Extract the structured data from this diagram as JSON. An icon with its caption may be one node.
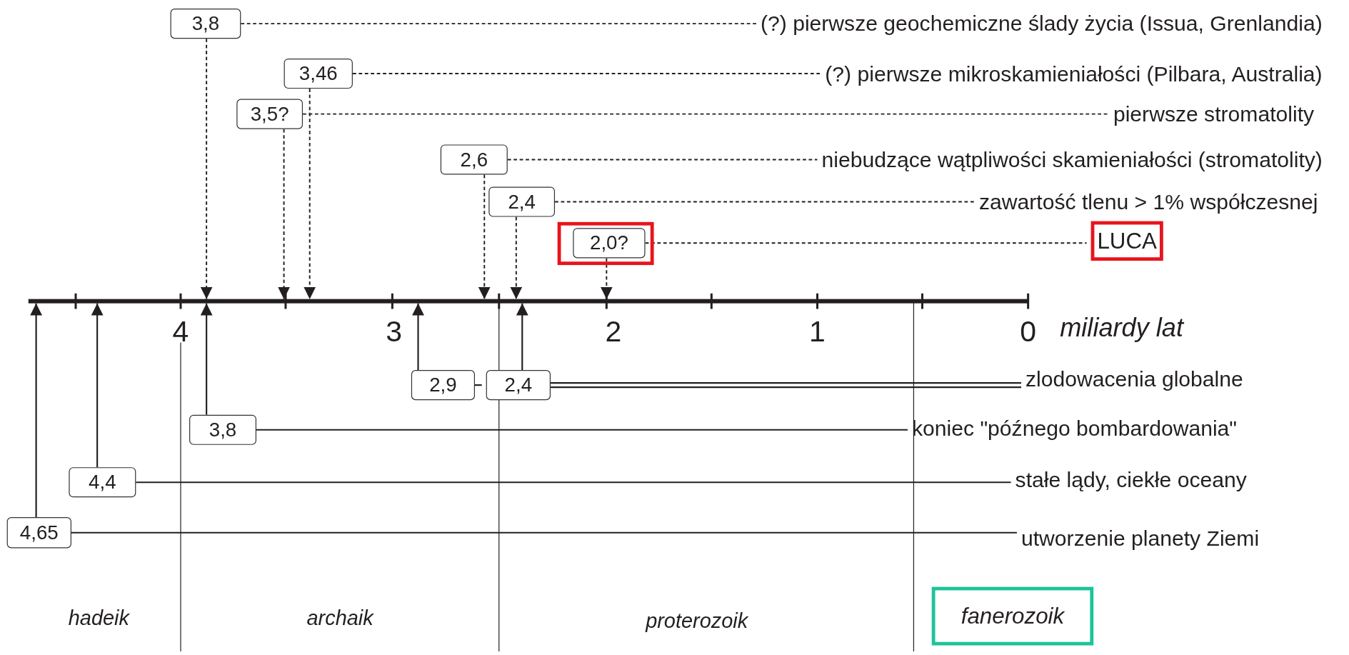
{
  "diagram": {
    "nodes": [
      {
        "text": [
          "3,8"
        ]
      },
      {
        "text": [
          "(?) pierwsze geochemiczne ślady życia (Issua, Grenlandia)"
        ]
      },
      {
        "text": [
          "3,46"
        ]
      },
      {
        "text": [
          "(?) pierwsze  mikroskamieniałości (Pilbara, Australia)"
        ]
      },
      {
        "text": [
          "3,5?"
        ]
      },
      {
        "text": [
          "pierwsze stromatolity"
        ]
      },
      {
        "text": [
          "2,6"
        ]
      },
      {
        "text": [
          "niebudzące wątpliwości skamieniałości (stromatolity)"
        ]
      },
      {
        "text": [
          "2,4"
        ]
      },
      {
        "text": [
          "zawartość tlenu > 1% współczesnej"
        ]
      },
      {
        "text": [],
        "shape": "box"
      },
      {
        "text": [
          "2,0?"
        ],
        "in": 10
      },
      {
        "text": [
          "LUCA"
        ]
      },
      {
        "text": [
          "2,9"
        ]
      },
      {
        "text": [
          "2,4"
        ]
      },
      {
        "text": [
          "zlodowacenia globalne"
        ]
      },
      {
        "text": [
          "3,8"
        ]
      },
      {
        "text": [
          "koniec \"późnego bombardowania\""
        ]
      },
      {
        "text": [
          "4,4"
        ]
      },
      {
        "text": [
          "stałe lądy, ciekłe oceany"
        ]
      },
      {
        "text": [
          "4,65"
        ]
      },
      {
        "text": [
          "utworzenie planety Ziemi"
        ]
      },
      {
        "text": [
          "fanerozoik"
        ]
      },
      {
        "text": [],
        "shape": "bar"
      }
    ],
    "edges": [
      {
        "from": 0,
        "to": 1,
        "arrow": "none",
        "style": "dashed"
      },
      {
        "from": 0,
        "to": 23,
        "arrow": "to",
        "style": "dashed"
      },
      {
        "from": 2,
        "to": 3,
        "arrow": "none",
        "style": "dashed"
      },
      {
        "from": 2,
        "to": 23,
        "arrow": "to",
        "style": "dashed"
      },
      {
        "from": 4,
        "to": 5,
        "arrow": "none",
        "style": "dashed"
      },
      {
        "from": 4,
        "to": 23,
        "arrow": "to",
        "style": "dashed"
      },
      {
        "from": 6,
        "to": 7,
        "arrow": "none",
        "style": "dashed"
      },
      {
        "from": 6,
        "to": 23,
        "arrow": "to",
        "style": "dashed"
      },
      {
        "from": 8,
        "to": 9,
        "arrow": "none",
        "style": "dashed"
      },
      {
        "from": 8,
        "to": 23,
        "arrow": "to",
        "style": "dashed"
      },
      {
        "from": 11,
        "to": 12,
        "arrow": "none",
        "style": "dashed"
      },
      {
        "from": 11,
        "to": 23,
        "arrow": "to",
        "style": "dashed"
      },
      {
        "from": 13,
        "to": 23,
        "arrow": "to"
      },
      {
        "from": 14,
        "to": 23,
        "arrow": "to"
      },
      {
        "from": 13,
        "to": 14,
        "arrow": "none"
      },
      {
        "from": 14,
        "to": 15,
        "arrow": "none"
      },
      {
        "from": 16,
        "to": 23,
        "arrow": "to"
      },
      {
        "from": 16,
        "to": 17,
        "arrow": "none"
      },
      {
        "from": 18,
        "to": 23,
        "arrow": "to"
      },
      {
        "from": 18,
        "to": 19,
        "arrow": "none"
      },
      {
        "from": 20,
        "to": 23,
        "arrow": "to"
      },
      {
        "from": 20,
        "to": 21,
        "arrow": "none"
      }
    ],
    "labels": [
      "4",
      "3",
      "2",
      "1",
      "0",
      "miliardy lat",
      "hadeik",
      "archaik",
      "proterozoik"
    ]
  }
}
